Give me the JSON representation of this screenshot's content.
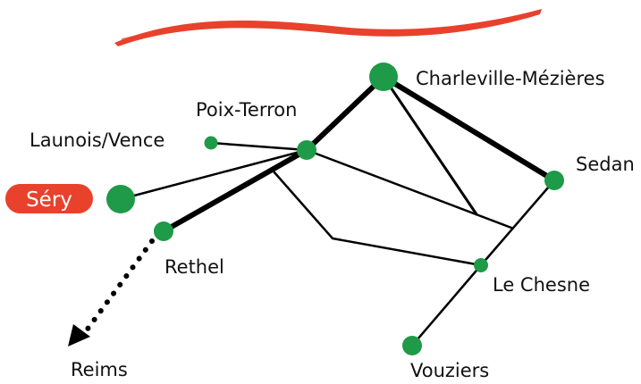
{
  "colors": {
    "node": "#1e9a48",
    "road": "#000000",
    "highlight": "#e8412c",
    "label": "#111111",
    "background": "#ffffff"
  },
  "towns": {
    "charleville": "Charleville-Mézières",
    "poix": "Poix-Terron",
    "launois": "Launois/Vence",
    "sedan": "Sedan",
    "sery": "Séry",
    "rethel": "Rethel",
    "lechesne": "Le Chesne",
    "reims": "Reims",
    "vouziers": "Vouziers"
  },
  "highlighted_town": "sery",
  "decoration": {
    "brush_stroke": "red-brush-stroke"
  },
  "legend_icons": {
    "arrow": "arrow-icon"
  }
}
